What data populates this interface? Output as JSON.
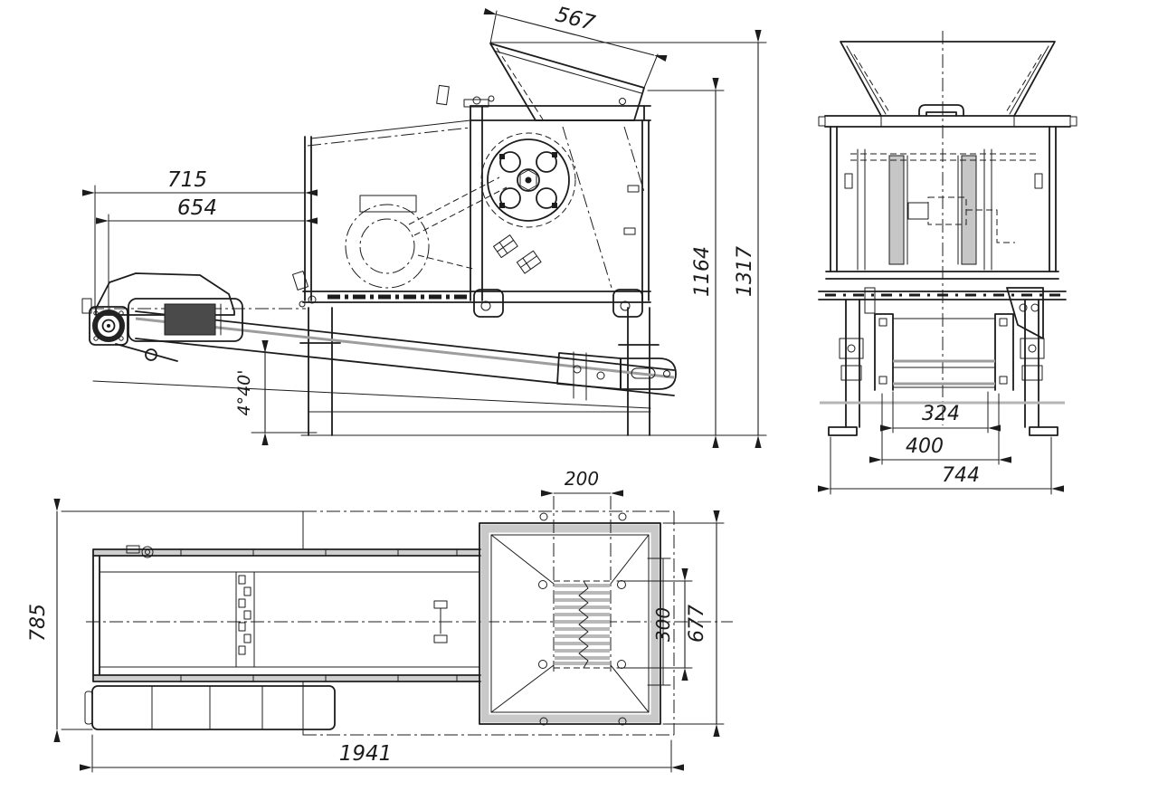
{
  "drawing": {
    "background": "#ffffff",
    "line_color": "#1c1c1c",
    "shade_color": "#c9c9c9",
    "dimensions": {
      "side": {
        "hopper_opening": "567",
        "head_to_frame": "715",
        "head_to_frame_inner": "654",
        "hopper_lip_height": "1164",
        "overall_height": "1317",
        "incline_angle": "4°40'"
      },
      "front": {
        "track_width": "324",
        "conveyor_width": "400",
        "base_width": "744"
      },
      "plan": {
        "rotor_width": "200",
        "rotor_depth": "300",
        "hopper_length": "677",
        "overall_width": "785",
        "overall_length": "1941"
      }
    }
  }
}
